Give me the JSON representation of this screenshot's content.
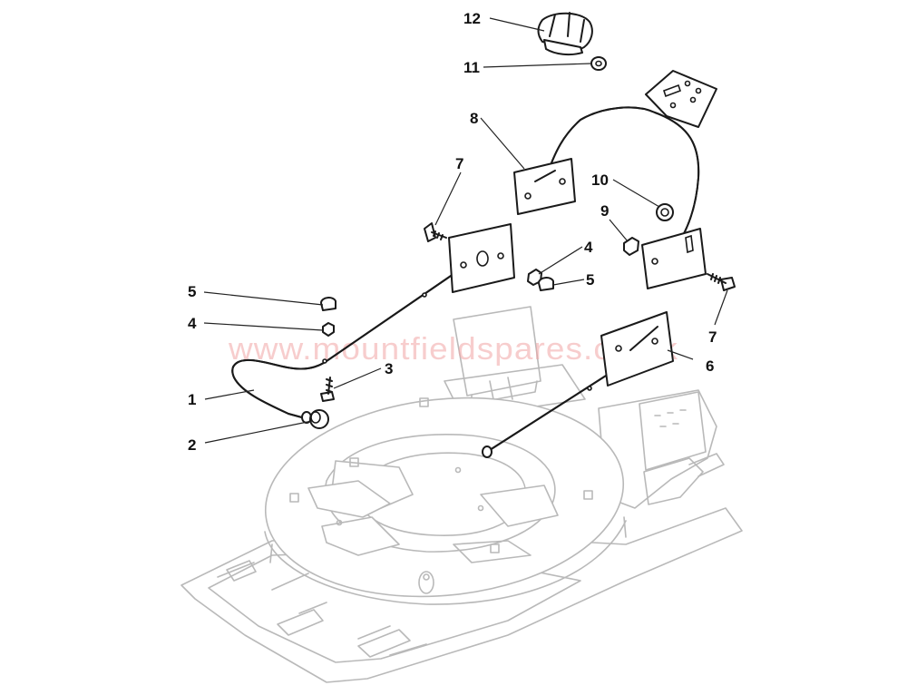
{
  "watermark": "www.mountfieldspares.co.uk",
  "callouts": [
    {
      "id": "c12",
      "label": "12",
      "part": "adjuster-knob"
    },
    {
      "id": "c11",
      "label": "11",
      "part": "washer"
    },
    {
      "id": "c8",
      "label": "8",
      "part": "upper-handle-bracket"
    },
    {
      "id": "c7a",
      "label": "7",
      "part": "screw"
    },
    {
      "id": "c10",
      "label": "10",
      "part": "washer"
    },
    {
      "id": "c9",
      "label": "9",
      "part": "nut"
    },
    {
      "id": "c4a",
      "label": "4",
      "part": "nut"
    },
    {
      "id": "c5a",
      "label": "5",
      "part": "cap"
    },
    {
      "id": "c5b",
      "label": "5",
      "part": "cap"
    },
    {
      "id": "c4b",
      "label": "4",
      "part": "nut"
    },
    {
      "id": "c7b",
      "label": "7",
      "part": "screw"
    },
    {
      "id": "c3",
      "label": "3",
      "part": "screw"
    },
    {
      "id": "c6",
      "label": "6",
      "part": "right-lower-handle"
    },
    {
      "id": "c1",
      "label": "1",
      "part": "left-lower-handle"
    },
    {
      "id": "c2",
      "label": "2",
      "part": "end-plug"
    }
  ]
}
